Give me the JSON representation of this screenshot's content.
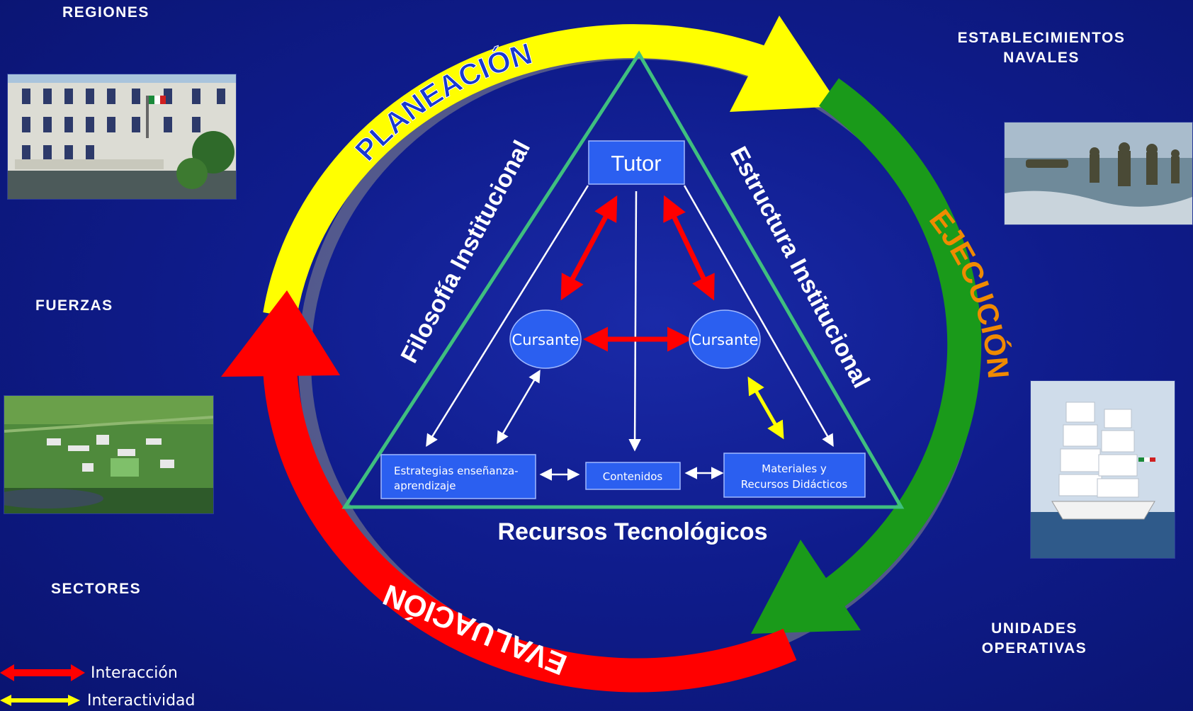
{
  "left_labels": {
    "regiones": "REGIONES",
    "fuerzas": "FUERZAS",
    "sectores": "SECTORES"
  },
  "right_labels": {
    "establecimientos_line1": "ESTABLECIMIENTOS",
    "establecimientos_line2": "NAVALES",
    "unidades_line1": "UNIDADES",
    "unidades_line2": "OPERATIVAS"
  },
  "cycle": {
    "planeacion": "PLANEACIÓN",
    "ejecucion": "EJECUCIÓN",
    "evaluacion": "EVALUACIÓN",
    "colors": {
      "planeacion": "#ffff00",
      "ejecucion": "#1a9a1a",
      "evaluacion": "#ff0000"
    }
  },
  "triangle": {
    "left_side": "Filosofía Institucional",
    "right_side": "Estructura Institucional",
    "base": "Recursos Tecnológicos",
    "edge_color": "#3fbf7f"
  },
  "nodes": {
    "tutor": "Tutor",
    "cursante_left": "Cursante",
    "cursante_right": "Cursante",
    "estrategias_line1": "Estrategias  enseñanza-",
    "estrategias_line2": "aprendizaje",
    "contenidos": "Contenidos",
    "materiales_line1": "Materiales y",
    "materiales_line2": "Recursos Didácticos",
    "box_color": "#2b5ff0"
  },
  "legend": {
    "interaccion": "Interacción",
    "interactividad": "Interactividad",
    "interaccion_color": "#ff0000",
    "interactividad_color": "#ffff00"
  },
  "photos": {
    "regiones": "building-photo",
    "fuerzas": "aerial-base-photo",
    "establecimientos": "marines-beach-photo",
    "unidades": "tall-ship-photo"
  }
}
